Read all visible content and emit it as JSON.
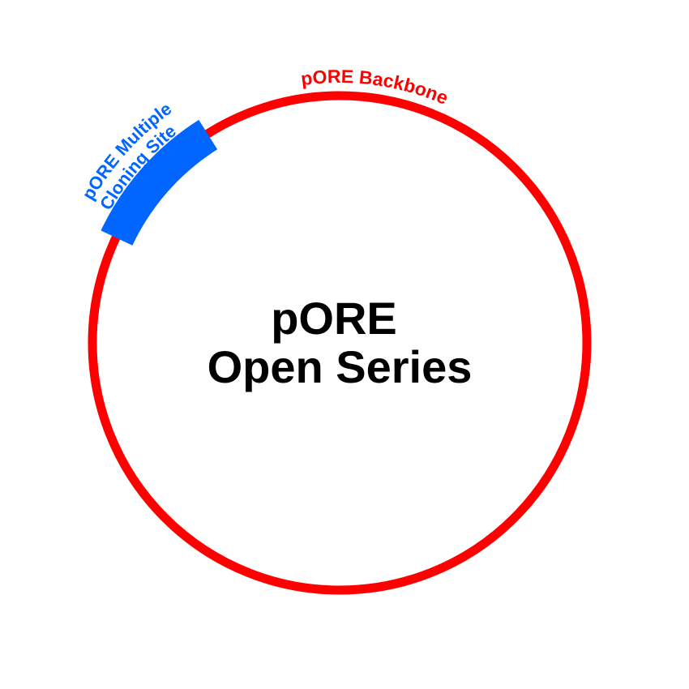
{
  "plasmid": {
    "title_line1": "pORE",
    "title_line2": "Open Series",
    "backbone": {
      "label": "pORE Backbone",
      "color": "#ff0000"
    },
    "feature": {
      "label_line1": "pORE Multiple",
      "label_line2": "Cloning Site",
      "color": "#0066ff"
    }
  }
}
